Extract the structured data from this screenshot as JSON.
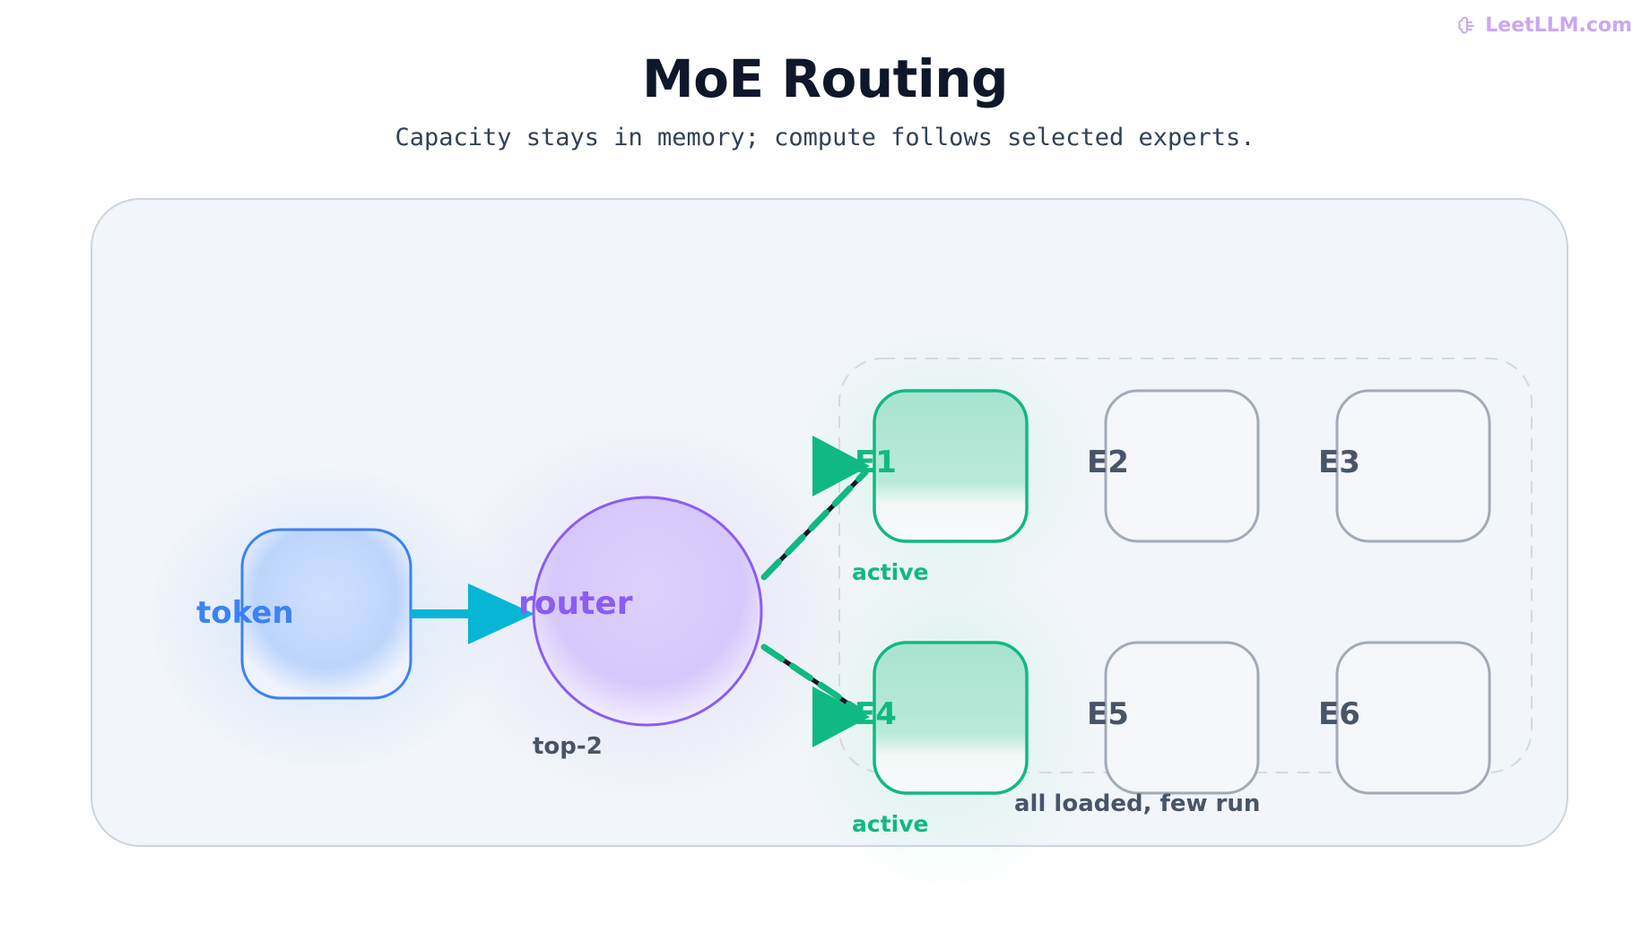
{
  "brand": {
    "name": "LeetLLM.com",
    "icon": "brain-icon",
    "color": "#c9a8f2"
  },
  "header": {
    "title": "MoE Routing",
    "subtitle": "Capacity stays in memory; compute follows selected experts."
  },
  "diagram": {
    "token": {
      "label": "token",
      "color": "#3b82f6"
    },
    "router": {
      "label": "router",
      "note": "top-2",
      "color": "#8b5cf6"
    },
    "pool_note": "all loaded, few run",
    "experts": [
      {
        "label": "E1",
        "active": true,
        "status": "active"
      },
      {
        "label": "E2",
        "active": false
      },
      {
        "label": "E3",
        "active": false
      },
      {
        "label": "E4",
        "active": true,
        "status": "active"
      },
      {
        "label": "E5",
        "active": false
      },
      {
        "label": "E6",
        "active": false
      }
    ],
    "colors": {
      "active": "#10b981",
      "inactive": "#a3aab8",
      "arrow_token": "#06b6d4",
      "panel_border": "#cbd5e1",
      "panel_fill": "#f1f5f9"
    }
  }
}
